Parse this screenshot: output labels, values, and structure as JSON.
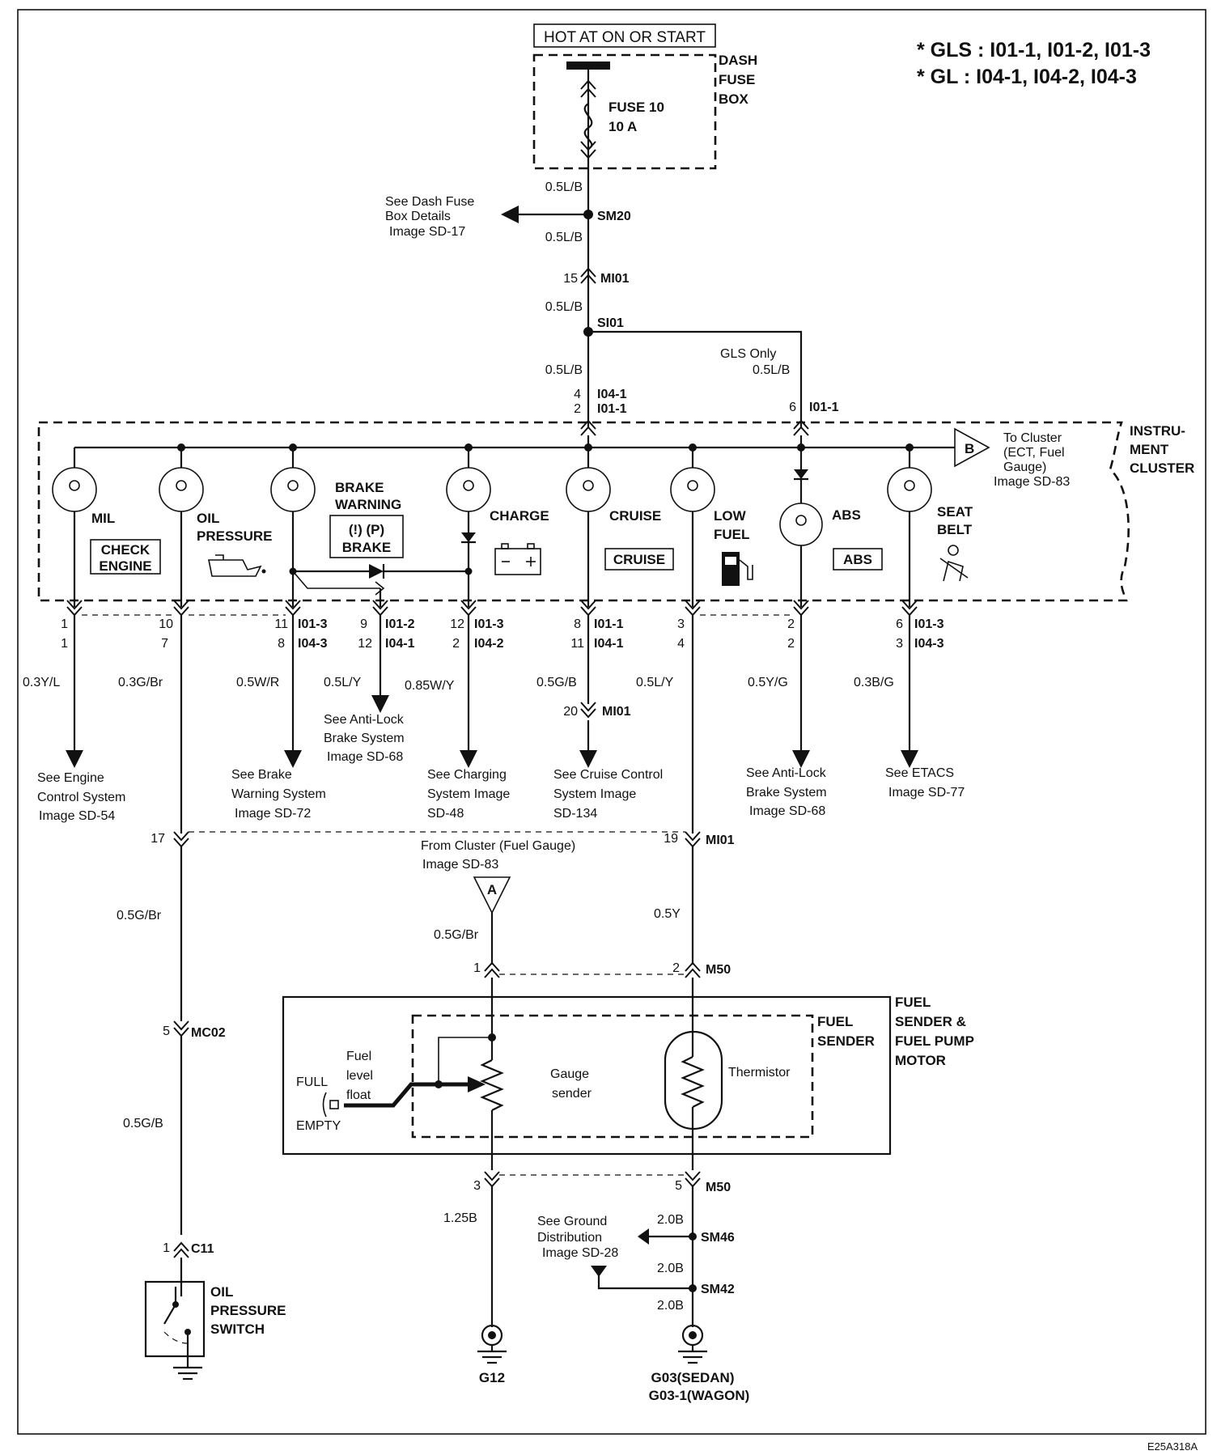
{
  "header": {
    "hot_at": "HOT AT ON OR START",
    "gls_note": "* GLS : I01-1, I01-2, I01-3",
    "gl_note": "* GL : I04-1, I04-2, I04-3"
  },
  "fuse_box": {
    "label_1": "DASH",
    "label_2": "FUSE",
    "label_3": "BOX",
    "fuse_name": "FUSE 10",
    "fuse_rating": "10 A"
  },
  "feed": {
    "w1": "0.5L/B",
    "w2": "0.5L/B",
    "w3": "0.5L/B",
    "w4": "0.5L/B",
    "sm20": "SM20",
    "mi01_pin": "15",
    "mi01": "MI01",
    "si01": "SI01",
    "see_dash_1": "See Dash Fuse",
    "see_dash_2": "Box Details",
    "see_dash_3": "Image   SD-17",
    "gls_only": "GLS Only",
    "gls_wire": "0.5L/B",
    "pin_4": "4",
    "pin_4_conn": "I04-1",
    "pin_2": "2",
    "pin_2_conn": "I01-1",
    "pin_6": "6",
    "pin_6_conn": "I01-1"
  },
  "cluster": {
    "label_1": "INSTRU-",
    "label_2": "MENT",
    "label_3": "CLUSTER",
    "to_cluster_1": "To Cluster",
    "to_cluster_2": "(ECT, Fuel",
    "to_cluster_3": "Gauge)",
    "to_cluster_4": "Image SD-83",
    "connector_b": "B",
    "mil": "MIL",
    "check_1": "CHECK",
    "check_2": "ENGINE",
    "oil_1": "OIL",
    "oil_2": "PRESSURE",
    "brake_1": "BRAKE",
    "brake_2": "WARNING",
    "brake_sym": "(!) (P)",
    "brake_3": "BRAKE",
    "charge": "CHARGE",
    "cruise": "CRUISE",
    "cruise_box": "CRUISE",
    "low_1": "LOW",
    "low_2": "FUEL",
    "abs": "ABS",
    "abs_box": "ABS",
    "seat_1": "SEAT",
    "seat_2": "BELT"
  },
  "pins": [
    {
      "a": "1",
      "b": "1",
      "c1": "",
      "c2": ""
    },
    {
      "a": "10",
      "b": "7",
      "c1": "",
      "c2": ""
    },
    {
      "a": "11",
      "b": "8",
      "c1": "I01-3",
      "c2": "I04-3"
    },
    {
      "a": "9",
      "b": "12",
      "c1": "I01-2",
      "c2": "I04-1"
    },
    {
      "a": "12",
      "b": "2",
      "c1": "I01-3",
      "c2": "I04-2"
    },
    {
      "a": "8",
      "b": "11",
      "c1": "I01-1",
      "c2": "I04-1"
    },
    {
      "a": "3",
      "b": "4",
      "c1": "",
      "c2": ""
    },
    {
      "a": "2",
      "b": "2",
      "c1": "",
      "c2": ""
    },
    {
      "a": "6",
      "b": "3",
      "c1": "I01-3",
      "c2": "I04-3"
    }
  ],
  "wires": {
    "mil": "0.3Y/L",
    "oil": "0.3G/Br",
    "brake": "0.5W/R",
    "abs_brake": "0.5L/Y",
    "charge": "0.85W/Y",
    "cruise": "0.5G/B",
    "low": "0.5L/Y",
    "abs": "0.5Y/G",
    "seat": "0.3B/G"
  },
  "refs": {
    "engine": [
      "See Engine",
      "Control System",
      "Image   SD-54"
    ],
    "brake_warn": [
      "See Brake",
      "Warning System",
      "Image   SD-72"
    ],
    "anti_lock_1": [
      "See Anti-Lock",
      "Brake System",
      "Image   SD-68"
    ],
    "charging": [
      "See Charging",
      "System    Image",
      "SD-48"
    ],
    "cruise": [
      "See Cruise Control",
      "System     Image",
      "SD-134"
    ],
    "anti_lock_2": [
      "See Anti-Lock",
      "Brake System",
      "Image   SD-68"
    ],
    "etacs": [
      "See ETACS",
      "Image   SD-77"
    ]
  },
  "lower": {
    "mi01_20": "20",
    "mi01_20_name": "MI01",
    "pin_17": "17",
    "pin_19": "19",
    "mi01_19": "MI01",
    "from_cluster_1": "From Cluster (Fuel Gauge)",
    "from_cluster_2": "Image   SD-83",
    "connector_a": "A",
    "w_g_br": "0.5G/Br",
    "w_g_br_2": "0.5G/Br",
    "w_y": "0.5Y",
    "m50_pin1": "1",
    "m50_pin2": "2",
    "m50": "M50",
    "mc02_pin": "5",
    "mc02": "MC02",
    "w_gb": "0.5G/B",
    "c11_pin": "1",
    "c11": "C11",
    "oil_sw_1": "OIL",
    "oil_sw_2": "PRESSURE",
    "oil_sw_3": "SWITCH"
  },
  "sender": {
    "outer_1": "FUEL",
    "outer_2": "SENDER &",
    "outer_3": "FUEL PUMP",
    "outer_4": "MOTOR",
    "inner_1": "FUEL",
    "inner_2": "SENDER",
    "fuel_1": "Fuel",
    "fuel_2": "level",
    "fuel_3": "float",
    "full": "FULL",
    "empty": "EMPTY",
    "gauge_1": "Gauge",
    "gauge_2": "sender",
    "thermistor": "Thermistor"
  },
  "ground": {
    "m50_pin3": "3",
    "m50_pin5": "5",
    "m50": "M50",
    "w_125": "1.25B",
    "w_20a": "2.0B",
    "w_20b": "2.0B",
    "w_20c": "2.0B",
    "sm46": "SM46",
    "sm42": "SM42",
    "see_gnd_1": "See Ground",
    "see_gnd_2": "Distribution",
    "see_gnd_3": "Image   SD-28",
    "g12": "G12",
    "g03_1": "G03(SEDAN)",
    "g03_2": "G03-1(WAGON)"
  },
  "footer": {
    "code": "E25A318A"
  }
}
